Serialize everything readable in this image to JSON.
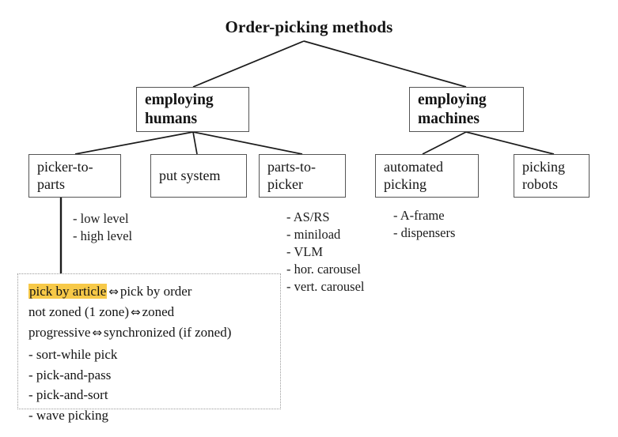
{
  "diagram": {
    "title": "Order-picking methods",
    "type": "hierarchy-tree",
    "level2": [
      {
        "id": "employing-humans",
        "lines": [
          "employing",
          "humans"
        ]
      },
      {
        "id": "employing-machines",
        "lines": [
          "employing",
          "machines"
        ]
      }
    ],
    "level3": [
      {
        "id": "picker-to-parts",
        "lines": [
          "picker-to-",
          "parts"
        ],
        "parent": "employing-humans"
      },
      {
        "id": "put-system",
        "lines": [
          "put system"
        ],
        "parent": "employing-humans"
      },
      {
        "id": "parts-to-picker",
        "lines": [
          "parts-to-",
          "picker"
        ],
        "parent": "employing-humans"
      },
      {
        "id": "automated-picking",
        "lines": [
          "automated",
          "picking"
        ],
        "parent": "employing-machines"
      },
      {
        "id": "picking-robots",
        "lines": [
          "picking",
          "robots"
        ],
        "parent": "employing-machines"
      }
    ],
    "bullet_groups": [
      {
        "id": "picker-to-parts-bullets",
        "items": [
          "- low level",
          "- high level"
        ]
      },
      {
        "id": "parts-to-picker-bullets",
        "items": [
          "- AS/RS",
          "- miniload",
          "- VLM",
          "- hor. carousel",
          "- vert. carousel"
        ]
      },
      {
        "id": "automated-picking-bullets",
        "items": [
          "- A-frame",
          "- dispensers"
        ]
      }
    ],
    "detail_box": {
      "arrow_symbol": "⇔",
      "pairs": [
        {
          "left": "pick by article",
          "left_highlighted": true,
          "right": "pick by order"
        },
        {
          "left": "not zoned  (1 zone)",
          "left_highlighted": false,
          "right": "zoned"
        },
        {
          "left": "progressive",
          "left_highlighted": false,
          "right": "synchronized (if zoned)"
        }
      ],
      "items": [
        "- sort-while pick",
        "- pick-and-pass",
        "- pick-and-sort",
        "- wave picking"
      ]
    },
    "colors": {
      "highlight": "#f7c948",
      "box_border": "#555555",
      "dotted_border": "#9a9a9a",
      "line": "#1b1b1b",
      "text": "#141414",
      "background": "#ffffff"
    }
  }
}
